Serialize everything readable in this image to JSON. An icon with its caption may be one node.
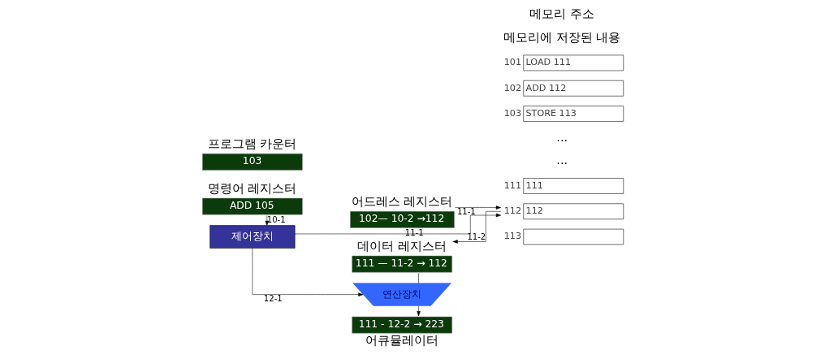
{
  "diagram": {
    "nodes": [
      {
        "text": [
          "프로그램 카운터",
          "103"
        ]
      },
      {
        "text": [
          "명령어 레지스터",
          "ADD 105"
        ]
      },
      {
        "text": [
          "제어장치"
        ]
      },
      {
        "text": [
          "어드레스 레지스터",
          "102— 10-2 →112"
        ]
      },
      {
        "text": [
          "데이터 레지스터",
          "111 — 11-2 → 112"
        ]
      },
      {
        "text": [
          "연산장치"
        ]
      },
      {
        "text": [
          "111 - 12-2 → 223",
          "어큐뮬레이터"
        ]
      },
      {
        "text": [
          "LOAD 111"
        ],
        "beside": [
          "101"
        ]
      },
      {
        "text": [
          "ADD 112"
        ],
        "beside": [
          "102"
        ]
      },
      {
        "text": [
          "STORE 113"
        ],
        "beside": [
          "103"
        ]
      },
      {
        "text": [
          "111"
        ],
        "beside": [
          "111"
        ]
      },
      {
        "text": [
          "112"
        ],
        "beside": [
          "112"
        ]
      },
      {
        "text": [],
        "shape": "box",
        "beside": [
          "113"
        ]
      }
    ],
    "edges": [
      {
        "from": 1,
        "to": 2,
        "arrow": "to",
        "label": "10-1"
      },
      {
        "from": 3,
        "to": 11,
        "arrow": "to",
        "label": "11-1"
      },
      {
        "from": 11,
        "to": 4,
        "arrow": "to",
        "label": "11-2"
      },
      {
        "from": 2,
        "to": 11,
        "arrow": "to",
        "label": "11-1"
      },
      {
        "from": 4,
        "to": 5,
        "arrow": "none"
      },
      {
        "from": 2,
        "to": 5,
        "arrow": "to",
        "label": "12-1"
      },
      {
        "from": 5,
        "to": 6,
        "arrow": "to"
      }
    ],
    "labels": [
      "메모리 주소",
      "메모리에 저장된 내용",
      "...",
      "..."
    ]
  }
}
